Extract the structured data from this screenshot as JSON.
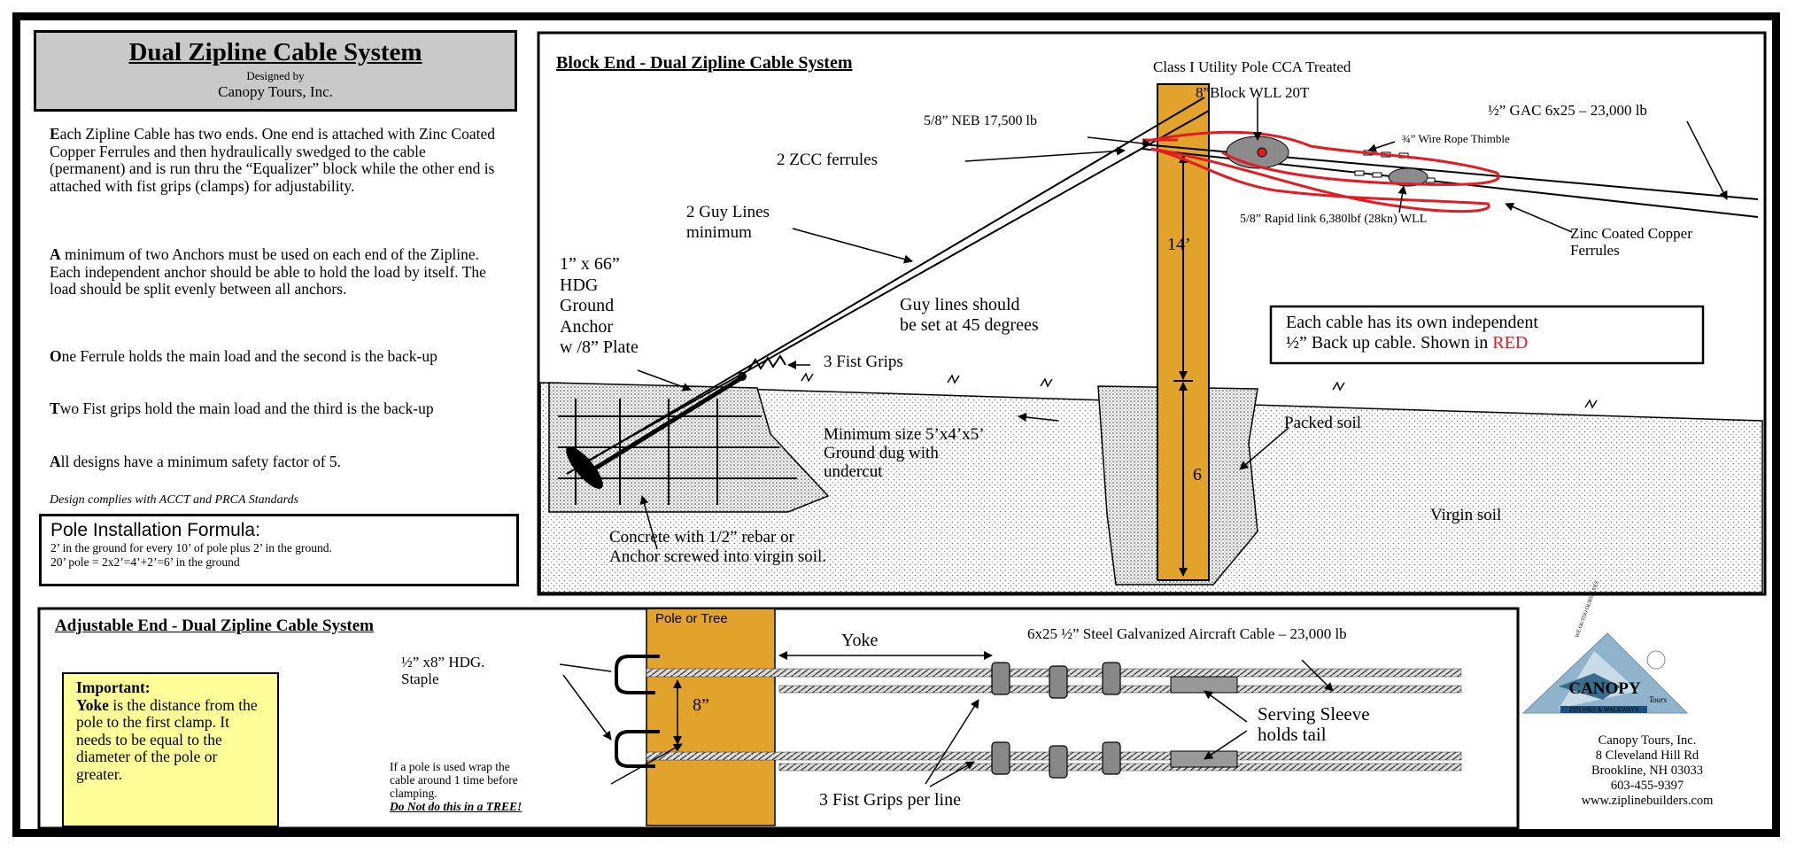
{
  "title": "Dual Zipline Cable System",
  "designed_by_label": "Designed by",
  "company": "Canopy Tours, Inc.",
  "paragraphs": [
    {
      "first": "E",
      "rest": "ach Zipline Cable has two ends. One end is attached with Zinc Coated Copper Ferrules and then hydraulically swedged to the cable (permanent) and is run thru the “Equalizer” block while the other end is attached with fist grips (clamps) for adjustability."
    },
    {
      "first": "A",
      "rest": " minimum of two Anchors must be used on each end of the Zipline. Each independent anchor should be able to hold the load by itself. The load should be split evenly between all anchors."
    },
    {
      "first": "O",
      "rest": "ne Ferrule holds the main load and the second is the back-up"
    },
    {
      "first": "T",
      "rest": "wo Fist grips hold the main load and the third is the back-up"
    },
    {
      "first": "A",
      "rest": "ll designs have a minimum safety factor of 5."
    }
  ],
  "compliance": "Design complies with ACCT and PRCA Standards",
  "formula": {
    "heading": "Pole Installation Formula:",
    "line1": "2’ in the ground for every 10’ of pole plus 2’ in the ground.",
    "line2": "20’ pole = 2x2’=4’+2’=6’ in the ground"
  },
  "block_end": {
    "title": "Block End - Dual Zipline Cable System",
    "pole_label": "Class I Utility Pole CCA Treated",
    "block_label": "8”Block WLL 20T",
    "neb_label": "5/8” NEB 17,500 lb",
    "gac_label": "½” GAC 6x25 – 23,000 lb",
    "thimble_label": "¾” Wire Rope Thimble",
    "ferrules_label": "2 ZCC ferrules",
    "guy_label_1": "2 Guy Lines",
    "guy_label_2": "minimum",
    "rapid_link_label": "5/8” Rapid link 6,380lbf  (28kn)  WLL",
    "zinc_label_1": "Zinc Coated Copper",
    "zinc_label_2": "Ferrules",
    "height_above": "14’",
    "height_below": "6",
    "anchor_lines": [
      "1” x 66”",
      "HDG",
      "Ground",
      "Anchor",
      "w /8” Plate"
    ],
    "guy_angle_1": "Guy lines should",
    "guy_angle_2": "be set at 45 degrees",
    "fist_grips": "3 Fist Grips",
    "backup_1": "Each cable has its own independent",
    "backup_2": "½” Back up cable. Shown in ",
    "backup_red": "RED",
    "hole_1": "Minimum size 5’x4’x5’",
    "hole_2": "Ground dug with",
    "hole_3": "undercut",
    "packed_soil": "Packed soil",
    "virgin_soil": "Virgin soil",
    "concrete_1": "Concrete with 1/2” rebar or",
    "concrete_2": "Anchor screwed into virgin soil."
  },
  "adjustable_end": {
    "title": "Adjustable End  - Dual Zipline Cable System",
    "pole_label": "Pole or Tree",
    "yoke_label": "Yoke",
    "cable_label": "6x25 ½”  Steel Galvanized Aircraft Cable  – 23,000 lb",
    "staple_1": "½” x8” HDG.",
    "staple_2": "Staple",
    "spacing": "8”",
    "sleeve_1": "Serving Sleeve",
    "sleeve_2": "holds tail",
    "fist_grips": "3 Fist Grips per line",
    "wrap_1": "If a pole is used wrap the",
    "wrap_2": "cable around 1 time before",
    "wrap_3": "clamping.",
    "wrap_warning": "Do Not do this in a TREE!"
  },
  "important": {
    "heading": "Important:",
    "yoke_word": "Yoke",
    "text": " is the distance from the pole to the first clamp. It needs to be equal to the diameter of the pole or greater."
  },
  "logo": {
    "text": "CANOPY",
    "sub": "Tours",
    "tagline": "ZIPLINES & WALKWAYS",
    "slogan": "WE OUTDO OURSELVES"
  },
  "contact": {
    "name": "Canopy Tours, Inc.",
    "address": "8 Cleveland Hill Rd",
    "city": "Brookline, NH 03033",
    "phone": "603-455-9397",
    "web": "www.ziplinebuilders.com"
  },
  "colors": {
    "pole": "#e1a32c",
    "backup": "#e31b23",
    "title_bg": "#c9c9c9",
    "important_bg": "#fffe99"
  }
}
